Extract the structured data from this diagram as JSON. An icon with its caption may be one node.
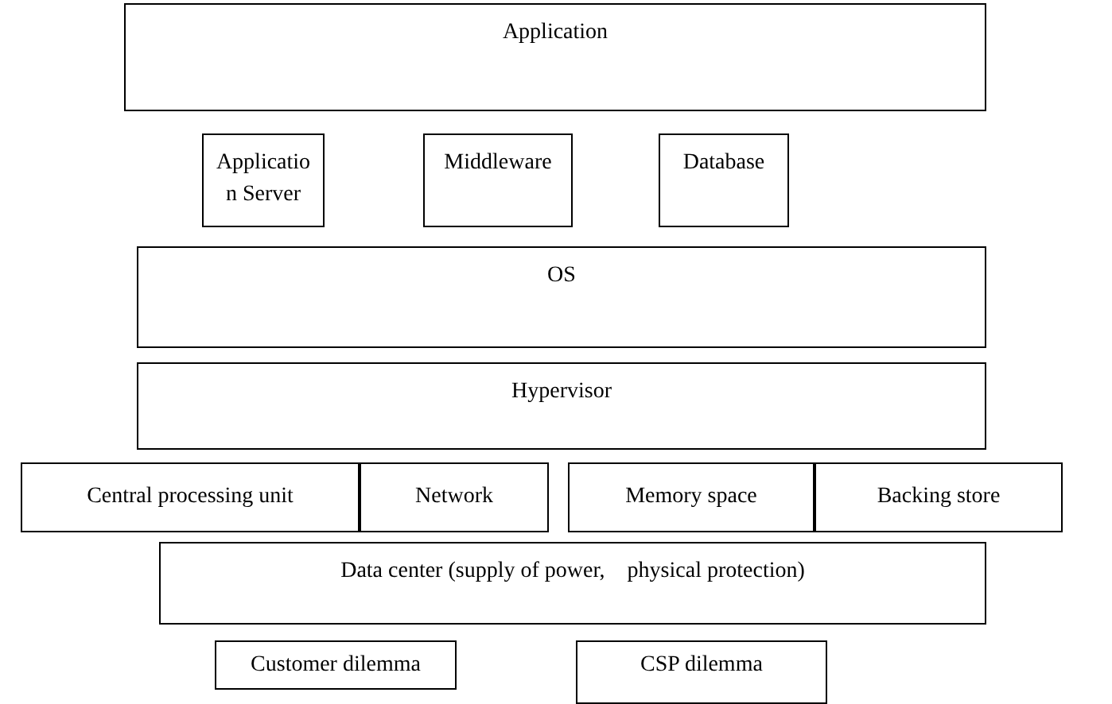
{
  "diagram": {
    "nodes": [
      {
        "text": [
          "Application"
        ]
      },
      {
        "text": [
          "Applicatio n Server"
        ]
      },
      {
        "text": [
          "Middleware"
        ]
      },
      {
        "text": [
          "Database"
        ]
      },
      {
        "text": [
          "OS"
        ]
      },
      {
        "text": [
          "Hypervisor"
        ]
      },
      {
        "text": [
          "Central processing unit"
        ]
      },
      {
        "text": [
          "Network"
        ]
      },
      {
        "text": [
          "Memory space"
        ]
      },
      {
        "text": [
          "Backing store"
        ]
      },
      {
        "text": [
          "Data center (supply of power,    physical protection)"
        ]
      },
      {
        "text": [
          "Customer dilemma"
        ]
      },
      {
        "text": [
          "CSP dilemma"
        ]
      }
    ]
  }
}
